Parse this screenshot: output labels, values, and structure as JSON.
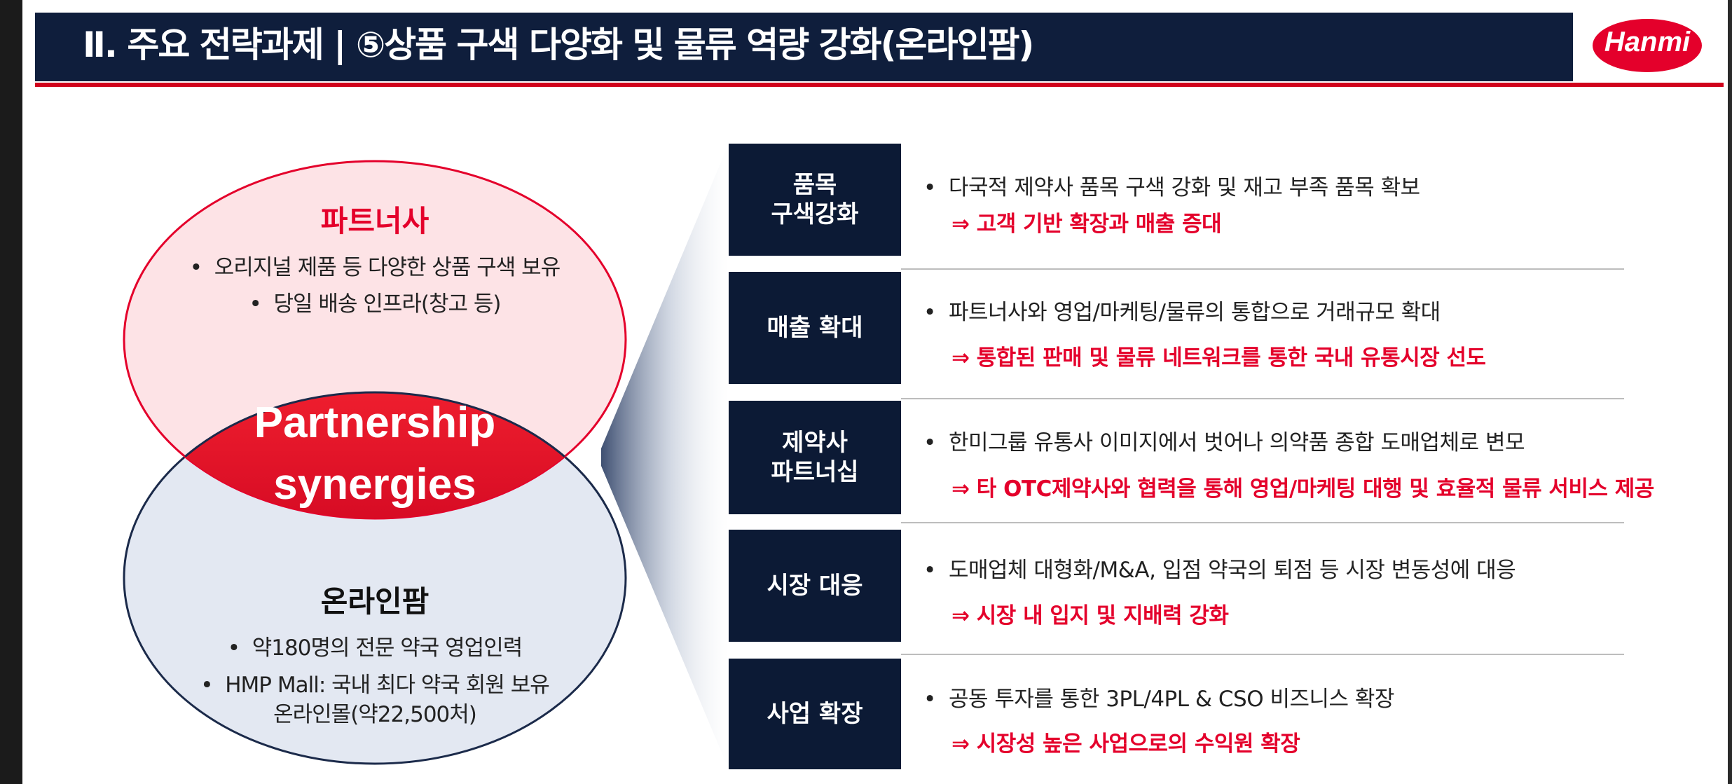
{
  "header": {
    "title": "Ⅱ. 주요 전략과제 | ⑤상품 구색 다양화 및 물류 역량 강화(온라인팜)",
    "logo_text": "Hanmi"
  },
  "venn": {
    "partner": {
      "title": "파트너사",
      "bullets": [
        "오리지널 제품 등 다양한 상품 구색 보유",
        "당일 배송 인프라(창고 등)"
      ]
    },
    "center": {
      "line1": "Partnership",
      "line2": "synergies"
    },
    "online": {
      "title": "온라인팜",
      "bullets": [
        "약180명의 전문 약국 영업인력",
        "HMP Mall: 국내 최다 약국 회원 보유",
        "온라인몰(약22,500처)"
      ]
    }
  },
  "bullet_symbol": "•",
  "rows": [
    {
      "category": "품목\n구색강화",
      "desc": "다국적 제약사 품목 구색 강화 및 재고 부족 품목 확보",
      "result": "⇒ 고객 기반 확장과 매출 증대"
    },
    {
      "category": "매출 확대",
      "desc": "파트너사와 영업/마케팅/물류의 통합으로 거래규모 확대",
      "result": "⇒ 통합된 판매 및 물류 네트워크를 통한 국내 유통시장 선도"
    },
    {
      "category": "제약사\n파트너십",
      "desc": "한미그룹 유통사 이미지에서 벗어나 의약품 종합 도매업체로 변모",
      "result": "⇒ 타 OTC제약사와 협력을 통해 영업/마케팅 대행 및 효율적 물류 서비스 제공"
    },
    {
      "category": "시장 대응",
      "desc": "도매업체 대형화/M&A, 입점 약국의 퇴점 등 시장 변동성에 대응",
      "result": "⇒ 시장 내 입지 및 지배력 강화"
    },
    {
      "category": "사업 확장",
      "desc": "공동 투자를 통한 3PL/4PL & CSO 비즈니스 확장",
      "result": "⇒ 시장성 높은 사업으로의 수익원 확장"
    }
  ],
  "colors": {
    "navy": "#0f1e3c",
    "box_navy": "#0c1a35",
    "accent_red": "#e4002b",
    "partner_fill": "#fde3e6",
    "online_fill": "#e3e8f2"
  }
}
